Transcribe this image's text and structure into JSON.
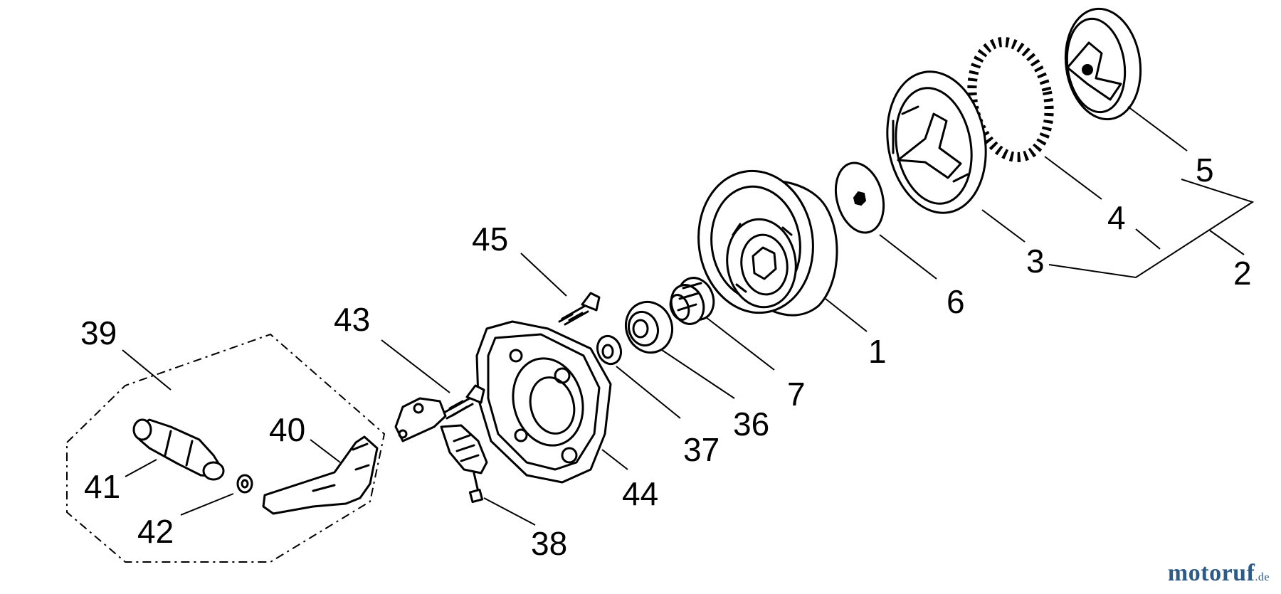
{
  "callouts": {
    "c1": "1",
    "c2": "2",
    "c3": "3",
    "c4": "4",
    "c5": "5",
    "c6": "6",
    "c7": "7",
    "c36": "36",
    "c37": "37",
    "c38": "38",
    "c39": "39",
    "c40": "40",
    "c41": "41",
    "c42": "42",
    "c43": "43",
    "c44": "44",
    "c45": "45"
  },
  "watermark": {
    "name": "motoruf",
    "tld": ".de"
  },
  "colors": {
    "line": "#000000",
    "background": "#ffffff",
    "watermark": "#2e5b86"
  }
}
